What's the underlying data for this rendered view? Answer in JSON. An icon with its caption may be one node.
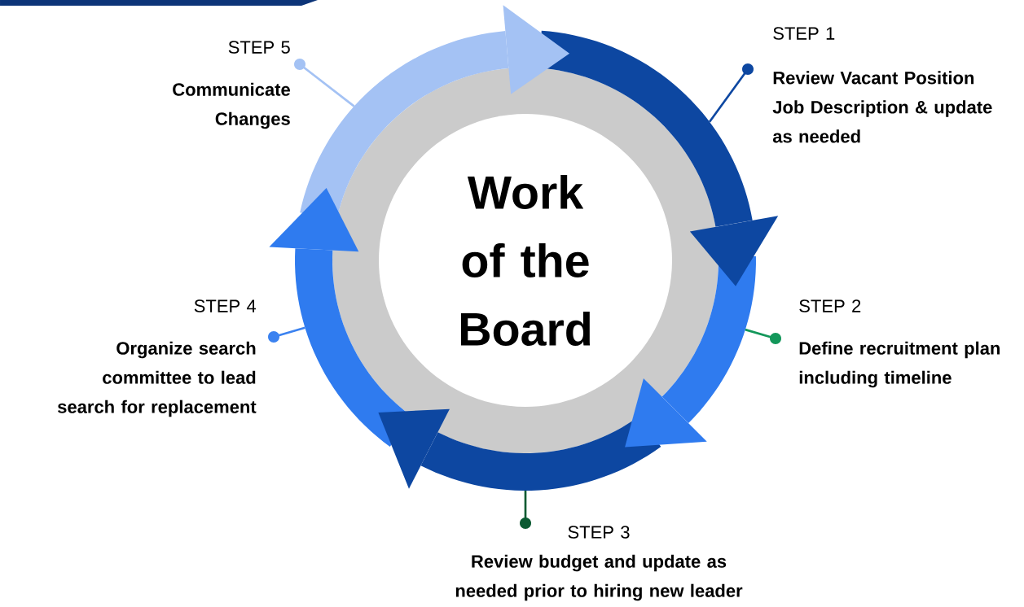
{
  "diagram": {
    "nodes": [
      {
        "text": [
          "Work of the Board"
        ]
      },
      {
        "text": [
          "STEP 1",
          "Review Vacant Position Job Description & update as needed"
        ]
      },
      {
        "text": [
          "STEP 2",
          "Define recruitment plan including timeline"
        ]
      },
      {
        "text": [
          "STEP 3",
          "Review budget and update as needed prior to hiring new leader"
        ]
      },
      {
        "text": [
          "STEP 4",
          "Organize search committee to lead search for replacement"
        ]
      },
      {
        "text": [
          "STEP 5",
          "Communicate Changes"
        ]
      }
    ],
    "edges": [
      {
        "from": 1,
        "to": null,
        "arrow": "other",
        "color": "#0d47a1"
      },
      {
        "from": 2,
        "to": null,
        "arrow": "other",
        "color": "#13975a"
      },
      {
        "from": 3,
        "to": null,
        "arrow": "other",
        "color": "#0b5a32"
      },
      {
        "from": 4,
        "to": null,
        "arrow": "other",
        "color": "#3b82f0"
      },
      {
        "from": 5,
        "to": null,
        "arrow": "other",
        "color": "#a4c2f4"
      }
    ]
  }
}
